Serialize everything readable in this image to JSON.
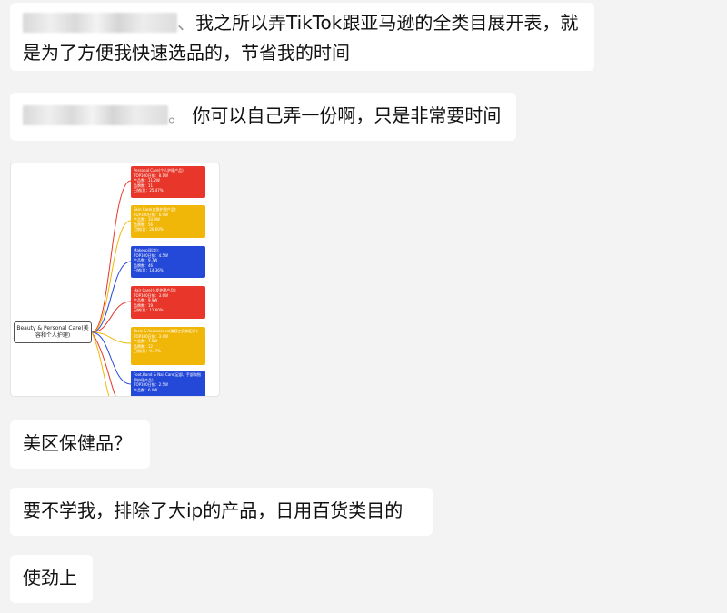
{
  "messages": [
    {
      "type": "text",
      "blur_tail": "、",
      "text": "我之所以弄TikTok跟亚马逊的全类目展开表，就是为了方便我快速选品的，节省我的时间"
    },
    {
      "type": "text",
      "blur_tail": "。",
      "text": "你可以自己弄一份啊，只是非常要时间"
    },
    {
      "type": "image",
      "mindmap": {
        "root": "Beauty & Personal Care(美容和个人护理)",
        "colors": {
          "red": "#e8372a",
          "yellow": "#f1b708",
          "blue": "#2448d8"
        },
        "categories": [
          {
            "title": "Personal Care(个人护理产品):",
            "color": "red",
            "lines": [
              "TOP100日销：8.1W",
              "产品数：11.2W",
              "品牌数：11",
              "日销/总：25.47%"
            ]
          },
          {
            "title": "Skin Care(皮肤护理产品):",
            "color": "yellow",
            "lines": [
              "TOP100日销：6.9W",
              "产品数：10.9W",
              "品牌数：56",
              "日销/总：26.60%"
            ]
          },
          {
            "title": "Makeup(彩妆):",
            "color": "blue",
            "lines": [
              "TOP100日销：4.5W",
              "产品数：9.7W",
              "品牌数：46",
              "日销/总：14.36%"
            ]
          },
          {
            "title": "Hair Care(头发护理产品):",
            "color": "red",
            "lines": [
              "TOP100日销：3.6W",
              "产品数：9.9W",
              "品牌数：19",
              "日销/总：11.60%"
            ]
          },
          {
            "title": "Tools & Accessories(美容工具和配件):",
            "color": "yellow",
            "lines": [
              "TOP100日销：3.4W",
              "产品数：7.5W",
              "品牌数：12",
              "日销/总：9.17%"
            ]
          },
          {
            "title": "Foot,Hand & Nail Care(足部、手部和指甲护理产品):",
            "color": "blue",
            "lines": [
              "TOP100日销：2.5W",
              "产品数：6.0W"
            ]
          }
        ]
      }
    },
    {
      "type": "text",
      "text": "美区保健品？"
    },
    {
      "type": "text",
      "text": "要不学我，排除了大ip的产品，日用百货类目的"
    },
    {
      "type": "text",
      "text": "使劲上"
    }
  ]
}
